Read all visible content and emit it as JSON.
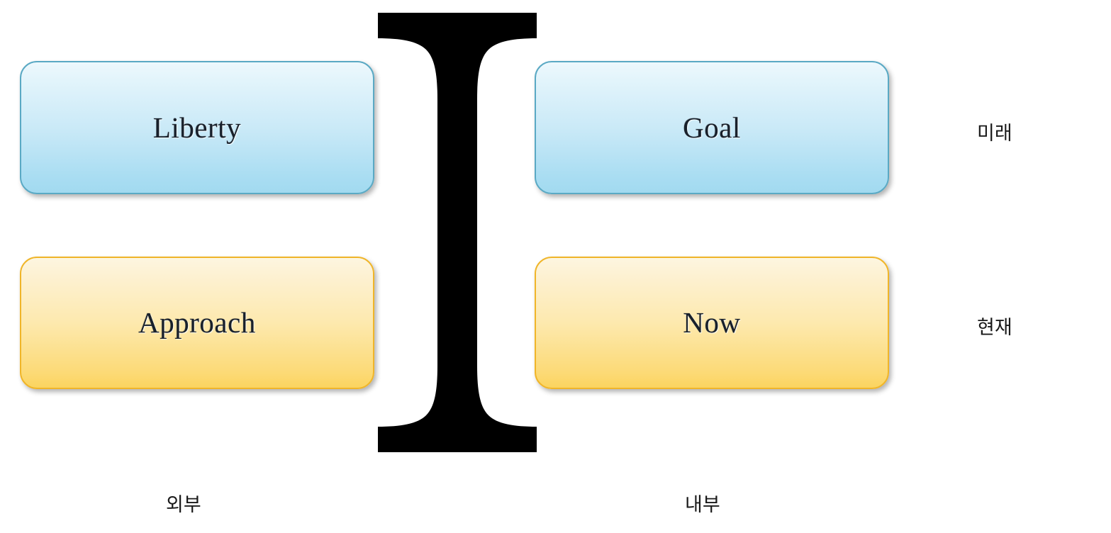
{
  "diagram": {
    "title": "Liberty / Approach vs Goal / Now matrix",
    "nodes": [
      {
        "id": "liberty",
        "label": "Liberty",
        "style": "blue",
        "quadrant": "external-future"
      },
      {
        "id": "goal",
        "label": "Goal",
        "style": "blue",
        "quadrant": "internal-future"
      },
      {
        "id": "approach",
        "label": "Approach",
        "style": "yellow",
        "quadrant": "external-present"
      },
      {
        "id": "now",
        "label": "Now",
        "style": "yellow",
        "quadrant": "internal-present"
      }
    ],
    "row_labels": [
      {
        "id": "future",
        "label": "미래"
      },
      {
        "id": "present",
        "label": "현재"
      }
    ],
    "column_labels": [
      {
        "id": "external",
        "label": "외부"
      },
      {
        "id": "internal",
        "label": "내부"
      }
    ],
    "divider": {
      "glyph_name": "capital-letter-i-serif",
      "color": "#000000"
    },
    "colors": {
      "blue_fill_top": "#edf8fd",
      "blue_fill_bottom": "#a2daf0",
      "blue_border": "#5aa9c4",
      "yellow_fill_top": "#fdf6e0",
      "yellow_fill_bottom": "#fbd45f",
      "yellow_border": "#f0b529",
      "text": "#18202b",
      "background": "#ffffff"
    }
  }
}
